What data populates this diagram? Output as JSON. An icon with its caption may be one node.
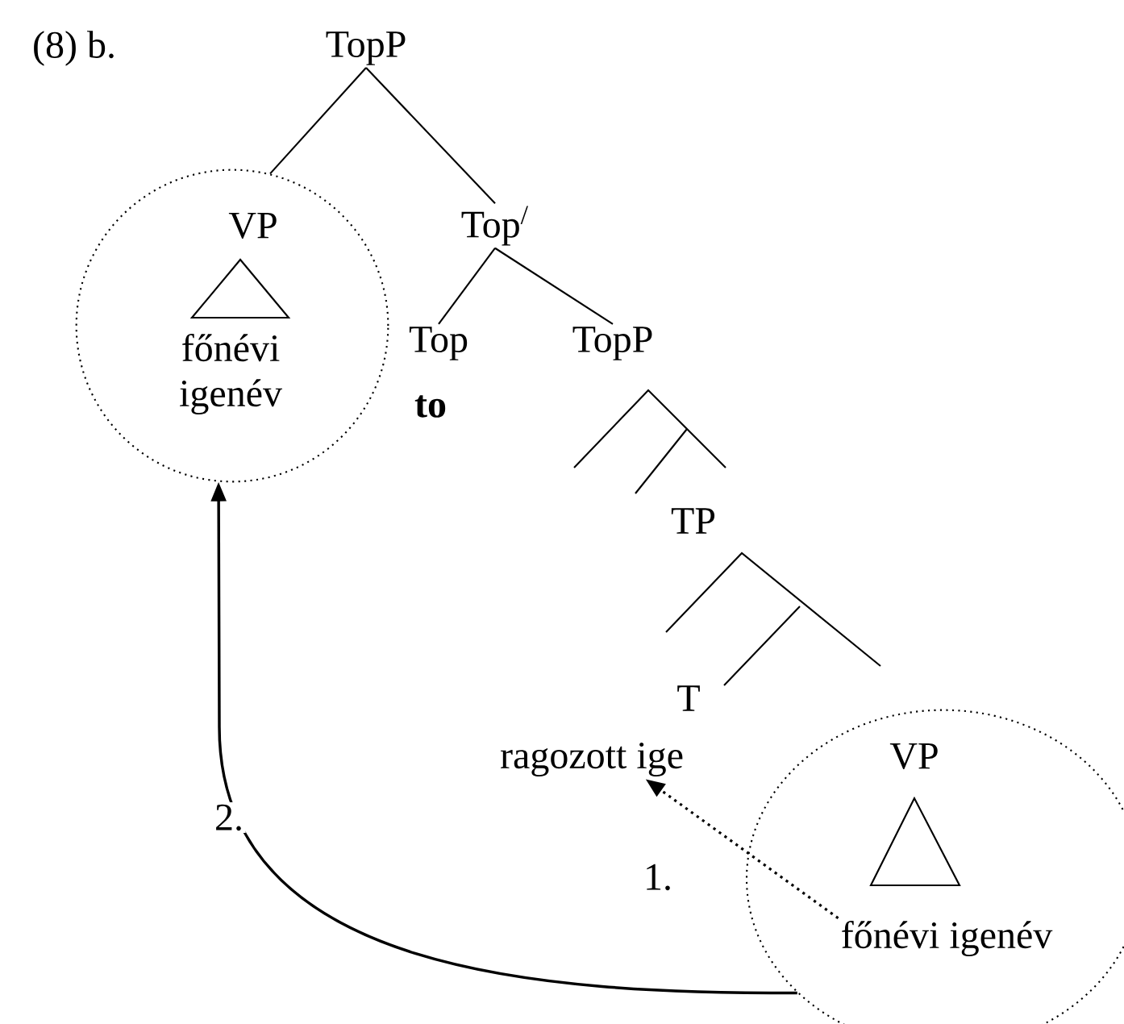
{
  "diagram": {
    "nodes": [
      {
        "text": [
          "TopP"
        ]
      },
      {
        "text": [],
        "shape": "circle"
      },
      {
        "text": [
          "VP"
        ],
        "in": 1
      },
      {
        "text": [
          "főnévi igenév"
        ],
        "in": 1
      },
      {
        "text": [
          "Top$^{/}$"
        ]
      },
      {
        "text": [
          "Top",
          "to"
        ]
      },
      {
        "text": [
          "TopP"
        ]
      },
      {
        "text": [
          "TP"
        ]
      },
      {
        "text": [
          "T",
          "ragozott ige"
        ]
      },
      {
        "text": [],
        "shape": "circle"
      },
      {
        "text": [
          "VP"
        ],
        "in": 9
      },
      {
        "text": [
          "főnévi igenév"
        ],
        "in": 9
      }
    ],
    "edges": [
      {
        "from": 0,
        "to": 1,
        "arrow": "none"
      },
      {
        "from": 0,
        "to": 4,
        "arrow": "none"
      },
      {
        "from": 4,
        "to": 5,
        "arrow": "none"
      },
      {
        "from": 4,
        "to": 6,
        "arrow": "none"
      },
      {
        "from": 11,
        "to": 8,
        "arrow": "to",
        "style": "dashed",
        "label": "1."
      },
      {
        "from": 9,
        "to": 1,
        "arrow": "to",
        "label": "2."
      }
    ],
    "labels": [
      "(8) b."
    ]
  }
}
